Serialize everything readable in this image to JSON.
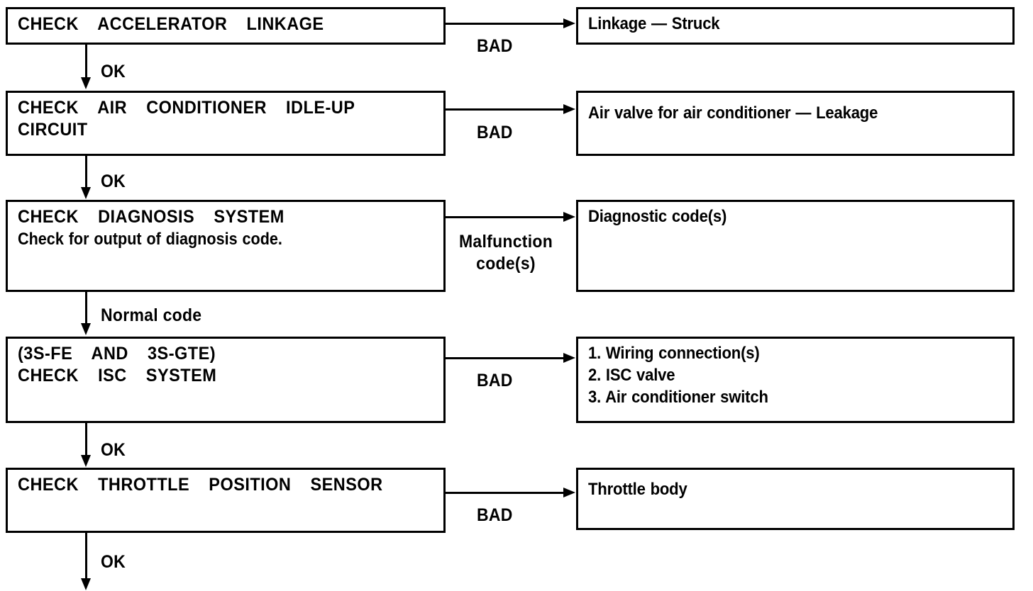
{
  "diagram": {
    "type": "troubleshooting-flow-chart",
    "steps": [
      {
        "id": "accelerator-linkage",
        "check_title": "CHECK  ACCELERATOR  LINKAGE",
        "check_subtitle": "",
        "branch_label": "BAD",
        "result_lines": [
          "Linkage — Struck"
        ],
        "next_label": "OK"
      },
      {
        "id": "air-conditioner-idle-up-circuit",
        "check_title": "CHECK  AIR  CONDITIONER  IDLE-UP",
        "check_title_line2": "CIRCUIT",
        "branch_label": "BAD",
        "result_lines": [
          "Air valve for air conditioner — Leakage"
        ],
        "next_label": "OK"
      },
      {
        "id": "diagnosis-system",
        "check_title": "CHECK  DIAGNOSIS  SYSTEM",
        "check_subtitle": "Check for output of diagnosis code.",
        "branch_label_line1": "Malfunction",
        "branch_label_line2": "code(s)",
        "result_lines": [
          "Diagnostic code(s)"
        ],
        "next_label": "Normal code"
      },
      {
        "id": "isc-system",
        "check_title": "(3S-FE  AND  3S-GTE)",
        "check_title_line2": "CHECK  ISC  SYSTEM",
        "branch_label": "BAD",
        "result_lines": [
          "1. Wiring connection(s)",
          "2. ISC valve",
          "3. Air conditioner switch"
        ],
        "next_label": "OK"
      },
      {
        "id": "throttle-position-sensor",
        "check_title": "CHECK  THROTTLE  POSITION  SENSOR",
        "check_subtitle": "",
        "branch_label": "BAD",
        "result_lines": [
          "Throttle body"
        ],
        "next_label": "OK"
      }
    ],
    "colors": {
      "ink": "#000000",
      "paper": "#ffffff"
    }
  }
}
